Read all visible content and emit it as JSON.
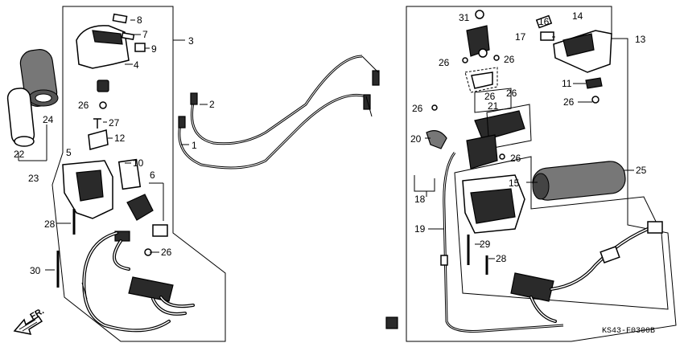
{
  "diagram_code": "KS43-F0300B",
  "direction_label": "FR.",
  "callouts": {
    "n1": "1",
    "n2": "2",
    "n3": "3",
    "n4": "4",
    "n5": "5",
    "n6": "6",
    "n7": "7",
    "n8": "8",
    "n9": "9",
    "n10": "10",
    "n11": "11",
    "n12": "12",
    "n13": "13",
    "n14": "14",
    "n15": "15",
    "n16": "16",
    "n17": "17",
    "n18": "18",
    "n19": "19",
    "n20": "20",
    "n21": "21",
    "n22": "22",
    "n23": "23",
    "n24": "24",
    "n25": "25",
    "n26": "26",
    "n27": "27",
    "n28": "28",
    "n29": "29",
    "n30": "30",
    "n31": "31"
  }
}
